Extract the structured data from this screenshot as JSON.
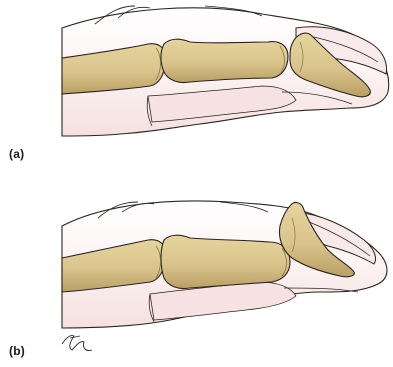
{
  "figure": {
    "panels": [
      {
        "label": "(a)"
      },
      {
        "label": "(b)"
      }
    ],
    "colors": {
      "skin": "#fbeeee",
      "skin_shadow": "#f3dcdc",
      "bone": "#d9c48c",
      "bone_shadow": "#b9a064",
      "outline": "#2a2420"
    },
    "signature": "artist-initials"
  }
}
